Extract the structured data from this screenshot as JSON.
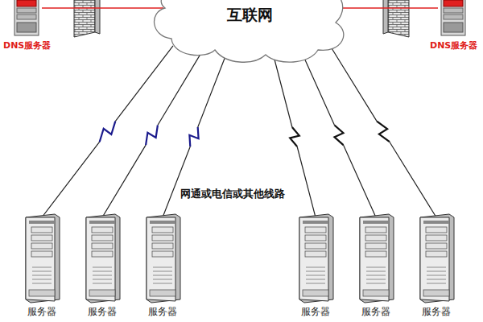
{
  "diagram": {
    "nodes": [
      {
        "text": [
          "DNS服务器"
        ]
      },
      {
        "text": [
          "互联网"
        ]
      },
      {
        "text": [
          "DNS服务器"
        ]
      },
      {
        "text": [
          "服务器"
        ]
      },
      {
        "text": [
          "服务器"
        ]
      },
      {
        "text": [
          "服务器"
        ]
      },
      {
        "text": [
          "服务器"
        ]
      },
      {
        "text": [
          "服务器"
        ]
      },
      {
        "text": [
          "服务器"
        ]
      }
    ],
    "edges": [
      {
        "from": 0,
        "to": 1,
        "arrow": "none"
      },
      {
        "from": 2,
        "to": 1,
        "arrow": "none"
      },
      {
        "from": 1,
        "to": 3,
        "arrow": "none"
      },
      {
        "from": 1,
        "to": 4,
        "arrow": "none"
      },
      {
        "from": 1,
        "to": 5,
        "arrow": "none"
      },
      {
        "from": 1,
        "to": 6,
        "arrow": "none"
      },
      {
        "from": 1,
        "to": 7,
        "arrow": "none"
      },
      {
        "from": 1,
        "to": 8,
        "arrow": "none"
      }
    ],
    "labels": [
      "网通或电信或其他线路"
    ]
  }
}
